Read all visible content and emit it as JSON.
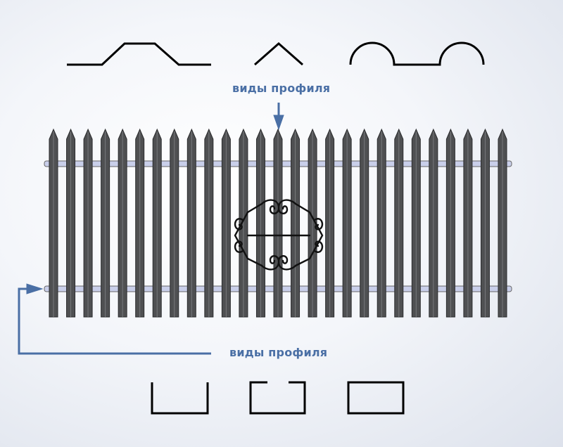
{
  "labels": {
    "top": "виды профиля",
    "bottom": "виды профиля"
  },
  "fence": {
    "picket_count": 27
  },
  "colors": {
    "accent": "#4a6fa5",
    "picket": "#4f5052",
    "picket_edge": "#2b2c2e",
    "rail": "#c9cfea",
    "outline": "#000000"
  }
}
